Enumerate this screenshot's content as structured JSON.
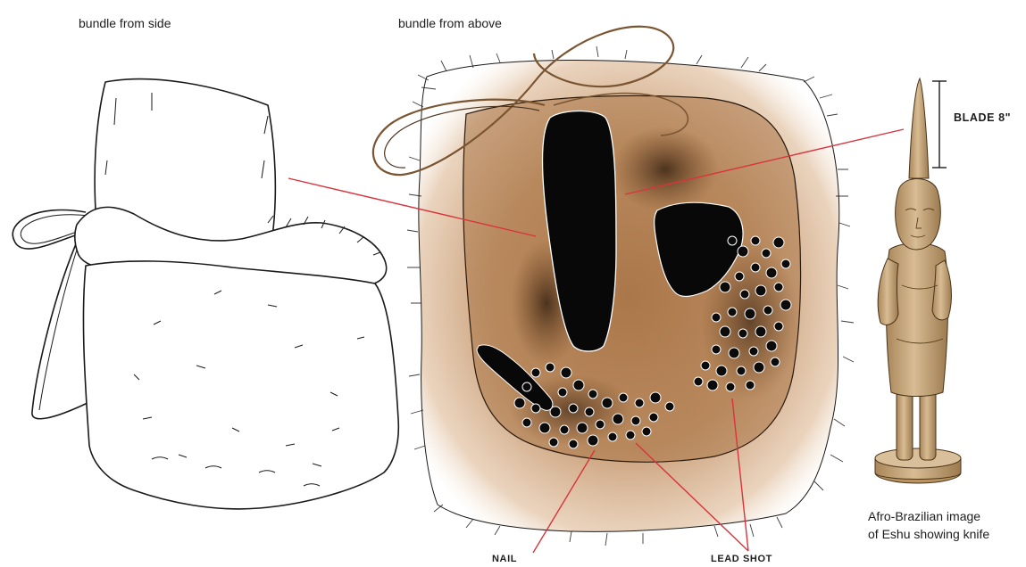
{
  "headings": {
    "side": "bundle from side",
    "above": "bundle from above"
  },
  "callouts": {
    "blade": "BLADE 8\"",
    "nail": "NAIL",
    "lead_shot": "LEAD SHOT"
  },
  "caption": {
    "line1": "Afro-Brazilian image",
    "line2": "of Eshu showing knife"
  },
  "colors": {
    "leader_line": "#d9343c",
    "ink": "#1a1a1a",
    "stain": "#b07a45",
    "stain_dark": "#7a4e22",
    "statue": "#c9ab80",
    "cavity": "#080808"
  }
}
